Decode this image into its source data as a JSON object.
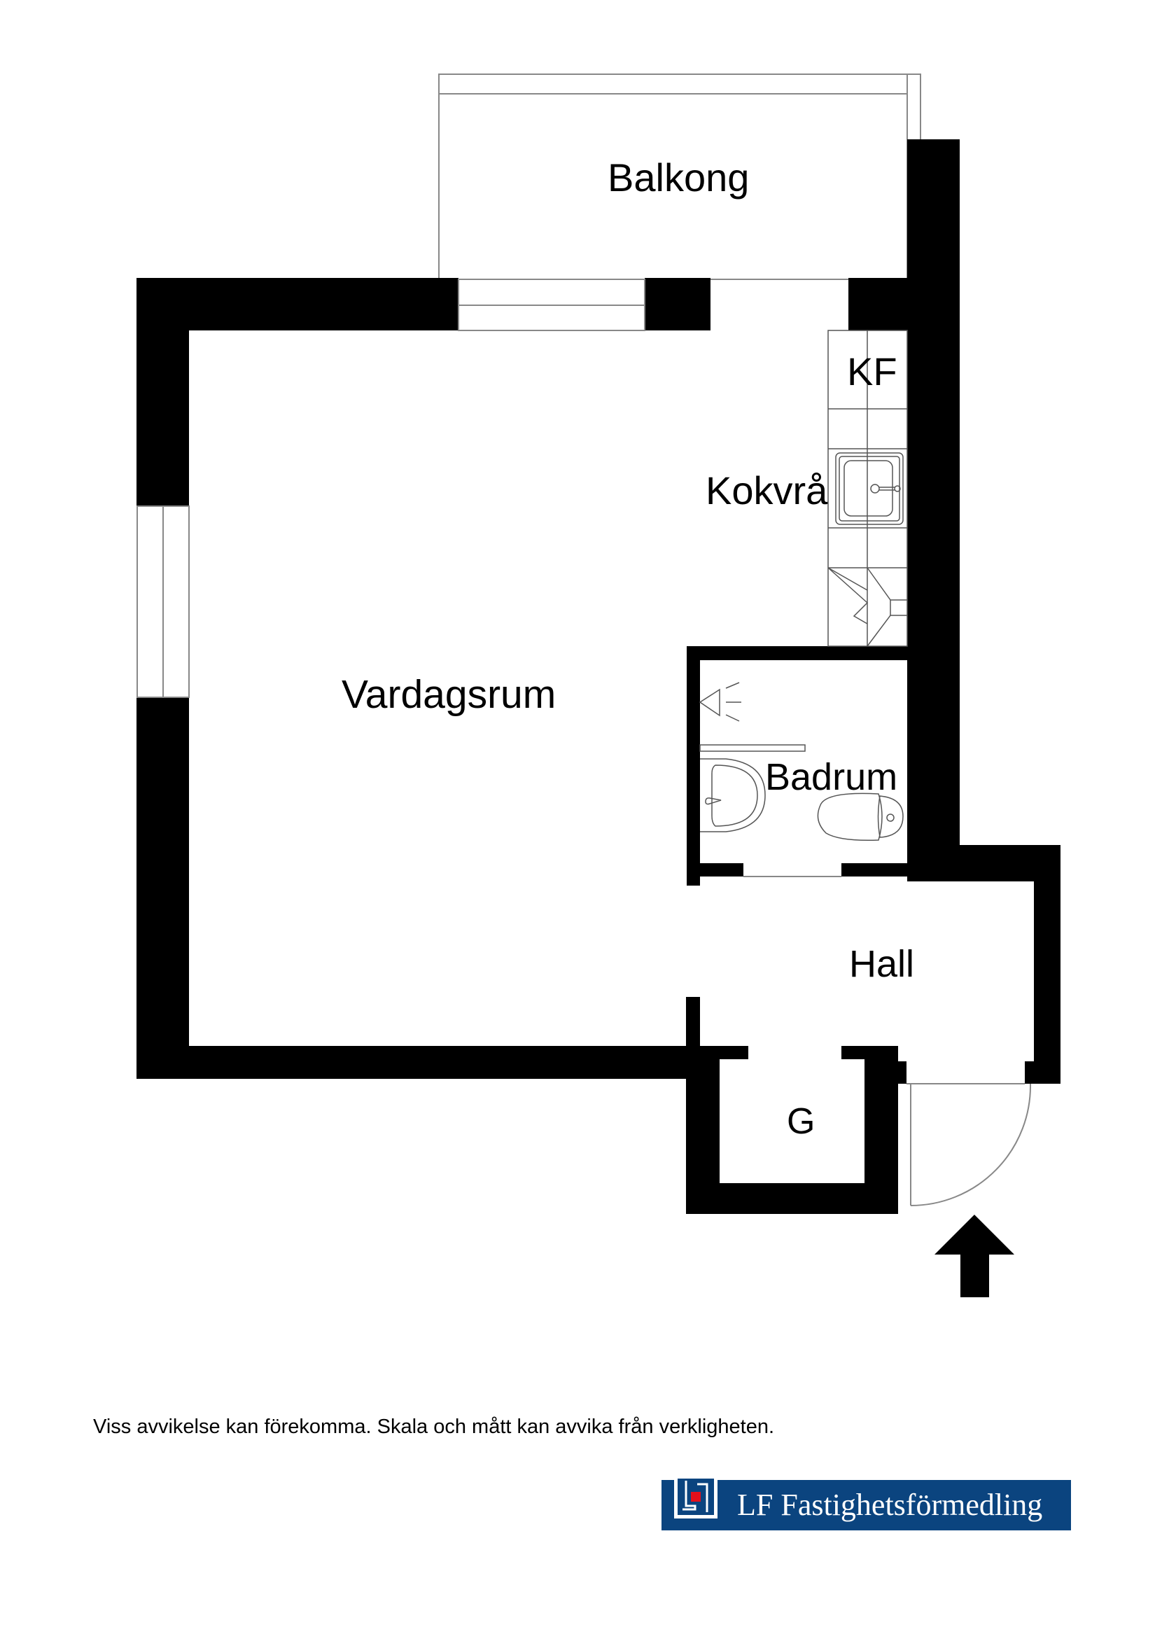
{
  "floorplan": {
    "rooms": {
      "balcony": "Balkong",
      "fridge_freezer": "KF",
      "kitchenette": "Kokvrå",
      "living_room": "Vardagsrum",
      "bathroom": "Badrum",
      "hall": "Hall",
      "closet": "G"
    },
    "entrance_icon": "arrow-up-icon"
  },
  "footer": {
    "disclaimer": "Viss avvikelse kan förekomma. Skala och mått kan avvika från verkligheten.",
    "logo_text": "LF Fastighetsförmedling",
    "brand_colors": {
      "background": "#0b447f",
      "accent": "#e3101b",
      "mark": "#ffffff"
    }
  }
}
